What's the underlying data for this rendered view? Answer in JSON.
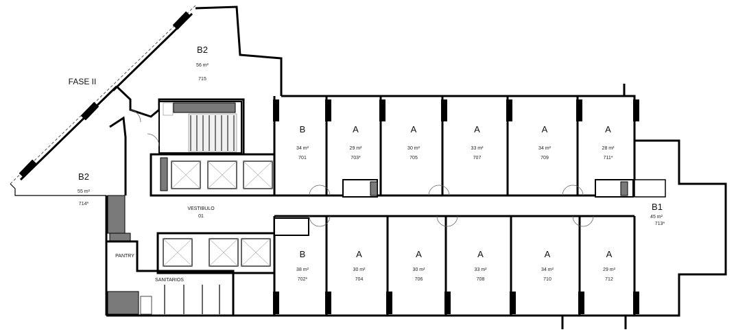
{
  "title": "FASE II",
  "vestibulo": {
    "label": "VESTIBULO",
    "number": "01"
  },
  "pantry": "PANTRY",
  "sanitarios": "SANITARIOS",
  "units_top": [
    {
      "type": "B",
      "area": "34 m²",
      "number": "701"
    },
    {
      "type": "A",
      "area": "29 m²",
      "number": "703*"
    },
    {
      "type": "A",
      "area": "30 m²",
      "number": "705"
    },
    {
      "type": "A",
      "area": "33 m²",
      "number": "707"
    },
    {
      "type": "A",
      "area": "34 m²",
      "number": "709"
    },
    {
      "type": "A",
      "area": "28 m²",
      "number": "711*"
    }
  ],
  "units_bottom": [
    {
      "type": "B",
      "area": "38 m²",
      "number": "702*"
    },
    {
      "type": "A",
      "area": "30 m²",
      "number": "704"
    },
    {
      "type": "A",
      "area": "30 m²",
      "number": "706"
    },
    {
      "type": "A",
      "area": "33 m²",
      "number": "708"
    },
    {
      "type": "A",
      "area": "34 m²",
      "number": "710"
    },
    {
      "type": "A",
      "area": "29 m²",
      "number": "712"
    }
  ],
  "unit_b1": {
    "type": "B1",
    "area": "45 m²",
    "number": "713*"
  },
  "unit_b2_top": {
    "type": "B2",
    "area": "56 m²",
    "number": "715"
  },
  "unit_b2_left": {
    "type": "B2",
    "area": "55 m²",
    "number": "714*"
  }
}
